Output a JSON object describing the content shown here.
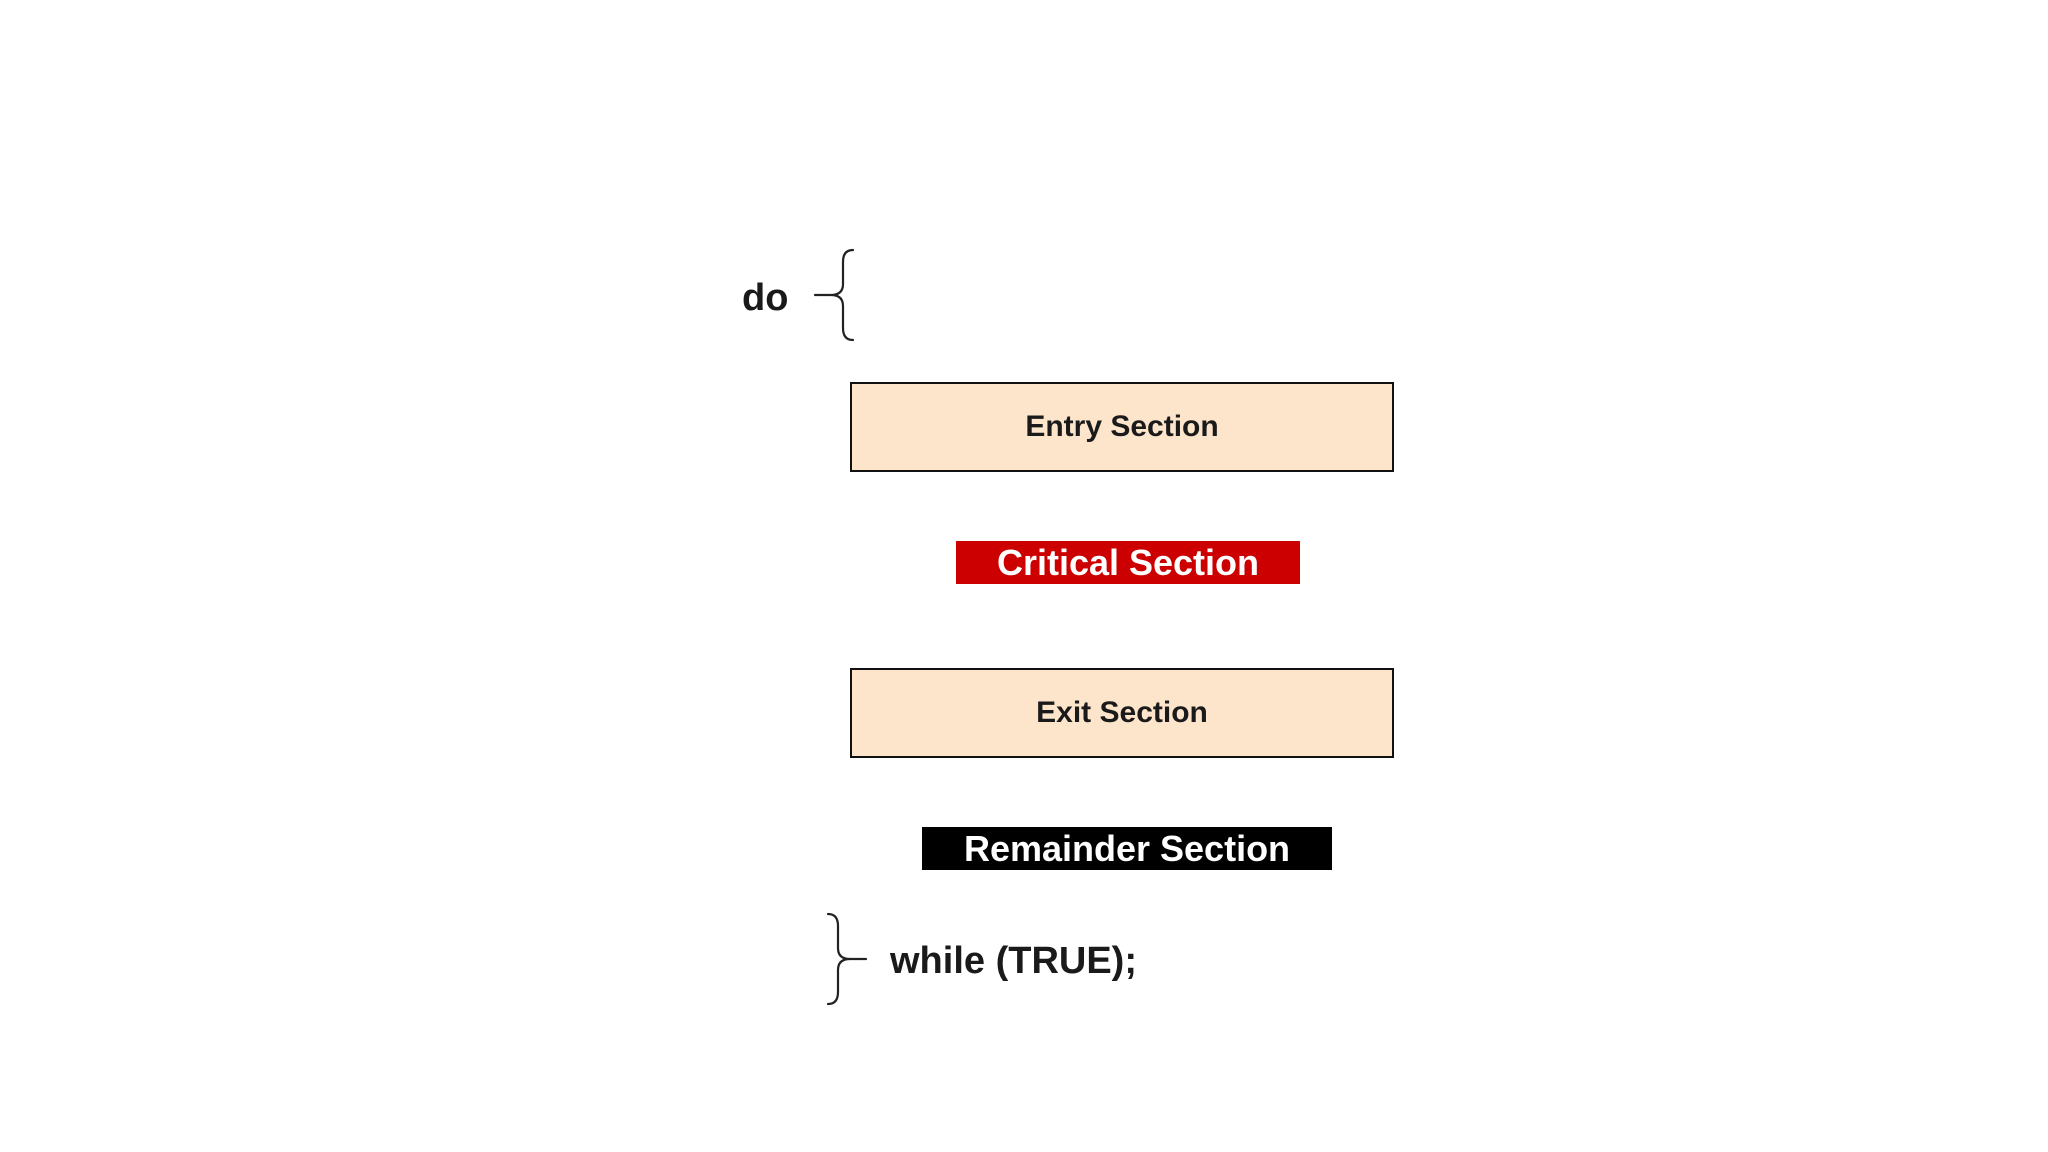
{
  "diagram": {
    "do_label": "do",
    "while_label": "while (TRUE);",
    "entry_section": {
      "label": "Entry Section",
      "fill": "#fde5cc"
    },
    "critical_section": {
      "label": "Critical Section",
      "fill": "#cc0000"
    },
    "exit_section": {
      "label": "Exit Section",
      "fill": "#fde5cc"
    },
    "remainder_section": {
      "label": "Remainder Section",
      "fill": "#000000"
    }
  }
}
